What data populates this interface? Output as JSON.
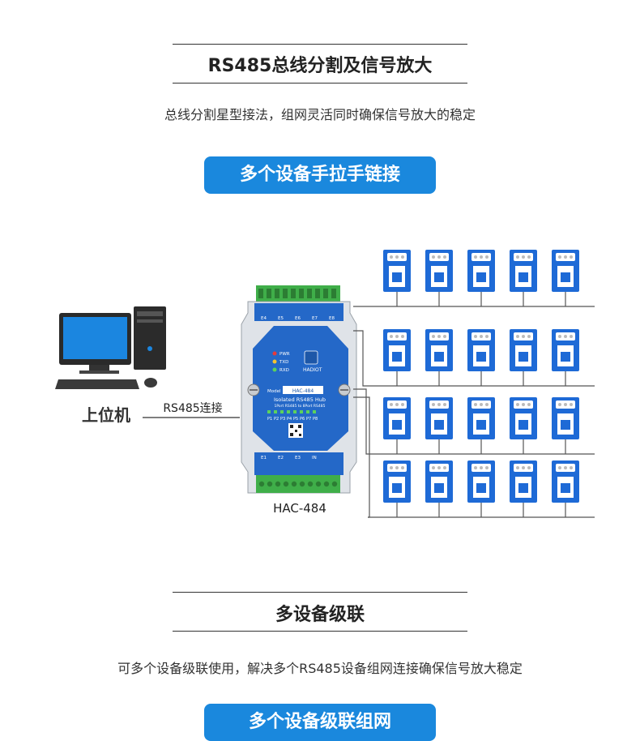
{
  "section1": {
    "title": "RS485总线分割及信号放大",
    "subtitle": "总线分割星型接法，组网灵活同时确保信号放大的稳定",
    "pill": "多个设备手拉手链接"
  },
  "diagram": {
    "host_label": "上位机",
    "link_label": "RS485连接",
    "device_caption": "HAC-484",
    "device": {
      "brand": "HADIOT",
      "model_label": "Model",
      "model": "HAC-484",
      "product_name": "Isolated RS485 Hub",
      "product_desc": "1Port RS485 to 8Port RS485",
      "leds": [
        "PWR",
        "TXD",
        "RXD"
      ],
      "ports": [
        "P1",
        "P2",
        "P3",
        "P4",
        "P5",
        "P6",
        "P7",
        "P8"
      ],
      "top_groups": [
        "E4",
        "E5",
        "E6",
        "E7",
        "E8"
      ],
      "bottom_groups": [
        "E1",
        "E2",
        "E3",
        "IN"
      ]
    }
  },
  "section2": {
    "title": "多设备级联",
    "subtitle": "可多个设备级联使用，解决多个RS485设备组网连接确保信号放大稳定",
    "pill": "多个设备级联组网"
  },
  "colors": {
    "accent": "#1a88dd",
    "module": "#2468c8",
    "device_blue": "#1e6ad6",
    "terminal_green": "#3fae49",
    "wire": "#555555"
  }
}
